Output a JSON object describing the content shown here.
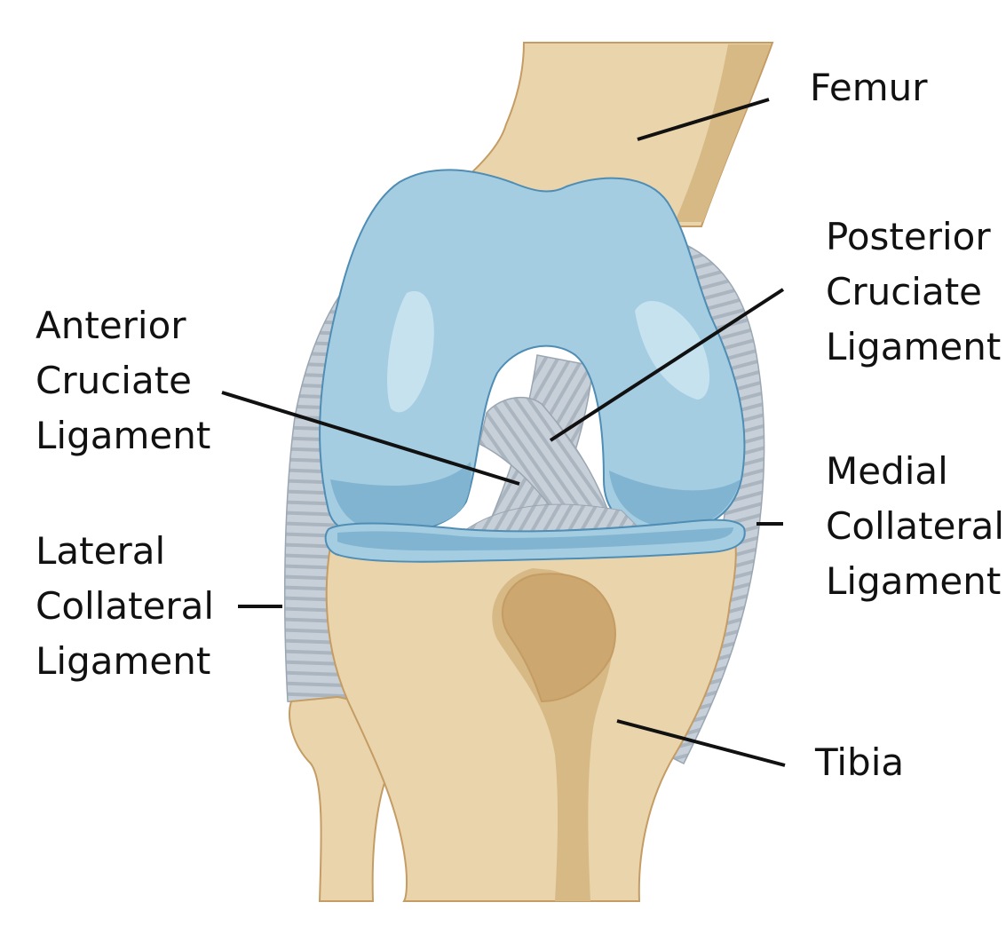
{
  "labels": {
    "femur": [
      "Femur"
    ],
    "pcl": [
      "Posterior",
      "Cruciate",
      "Ligament"
    ],
    "acl": [
      "Anterior",
      "Cruciate",
      "Ligament"
    ],
    "mcl": [
      "Medial",
      "Collateral",
      "Ligament"
    ],
    "lcl": [
      "Lateral",
      "Collateral",
      "Ligament"
    ],
    "tibia": [
      "Tibia"
    ]
  },
  "colors": {
    "bone": "#ead4ab",
    "bone_shadow": "#d7b985",
    "bone_outline": "#c49c64",
    "cartilage": "#a4cde2",
    "cartilage_light": "#c6e2ef",
    "cartilage_dark": "#80b4d0",
    "cartilage_outline": "#4f8db4",
    "ligament": "#c7d0d8",
    "ligament_stripe": "#aab5c0",
    "leader_line": "#111111"
  }
}
